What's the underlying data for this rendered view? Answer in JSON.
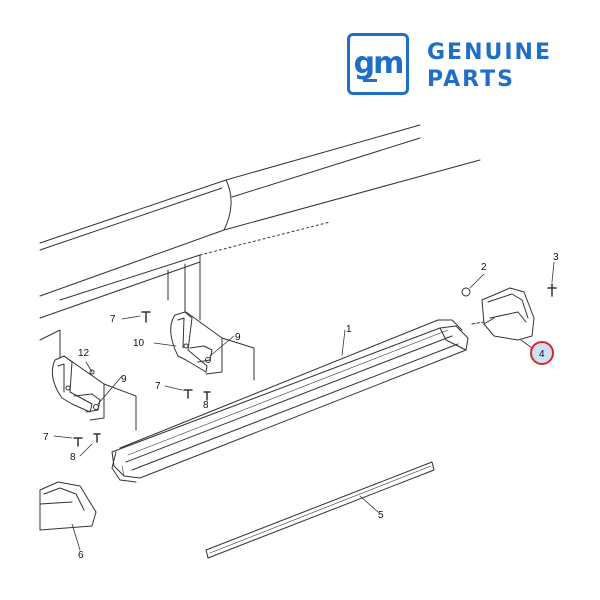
{
  "logo": {
    "mark": "gm",
    "line1": "GENUINE",
    "line2": "PARTS",
    "color": "#1f6fc7"
  },
  "callouts": [
    {
      "id": "1",
      "label": "1"
    },
    {
      "id": "2",
      "label": "2"
    },
    {
      "id": "3",
      "label": "3"
    },
    {
      "id": "4",
      "label": "4",
      "highlighted": true
    },
    {
      "id": "5",
      "label": "5"
    },
    {
      "id": "6",
      "label": "6"
    },
    {
      "id": "7a",
      "label": "7"
    },
    {
      "id": "7b",
      "label": "7"
    },
    {
      "id": "7c",
      "label": "7"
    },
    {
      "id": "8a",
      "label": "8"
    },
    {
      "id": "8b",
      "label": "8"
    },
    {
      "id": "9a",
      "label": "9"
    },
    {
      "id": "9b",
      "label": "9"
    },
    {
      "id": "10",
      "label": "10"
    },
    {
      "id": "12",
      "label": "12"
    }
  ],
  "highlight": {
    "ring_color": "#d62828",
    "fill_color": "#cfe0f5"
  }
}
